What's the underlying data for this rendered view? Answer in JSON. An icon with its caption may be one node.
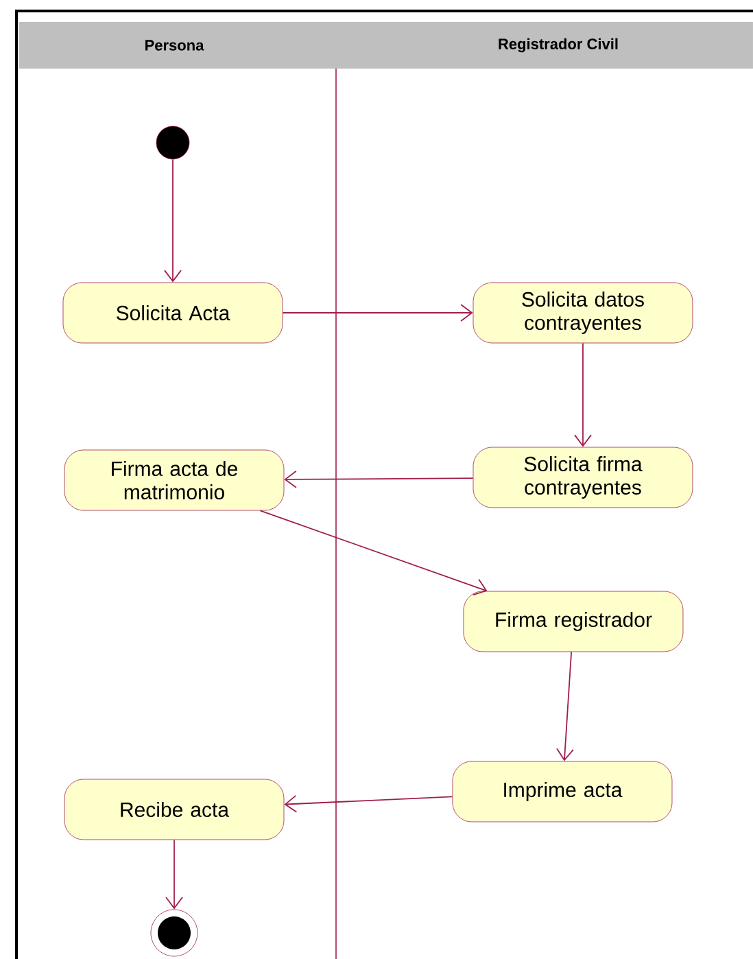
{
  "diagram": {
    "nodes": [
      {
        "text": [],
        "shape": "circle"
      },
      {
        "text": [
          "Solicita Acta"
        ]
      },
      {
        "text": [
          "Solicita datos contrayentes"
        ]
      },
      {
        "text": [
          "Firma acta de matrimonio"
        ]
      },
      {
        "text": [
          "Solicita firma contrayentes"
        ]
      },
      {
        "text": [
          "Firma registrador"
        ]
      },
      {
        "text": [
          "Imprime acta"
        ]
      },
      {
        "text": [
          "Recibe acta"
        ]
      },
      {
        "text": [],
        "shape": "bullseye"
      }
    ],
    "edges": [
      {
        "from": 0,
        "to": 1,
        "arrow": "to"
      },
      {
        "from": 1,
        "to": 2,
        "arrow": "to"
      },
      {
        "from": 2,
        "to": 4,
        "arrow": "to"
      },
      {
        "from": 4,
        "to": 3,
        "arrow": "to"
      },
      {
        "from": 3,
        "to": 5,
        "arrow": "to"
      },
      {
        "from": 5,
        "to": 6,
        "arrow": "to"
      },
      {
        "from": 6,
        "to": 7,
        "arrow": "to"
      },
      {
        "from": 7,
        "to": 8,
        "arrow": "to"
      }
    ],
    "labels": [
      "Persona",
      "Registrador Civil"
    ]
  }
}
